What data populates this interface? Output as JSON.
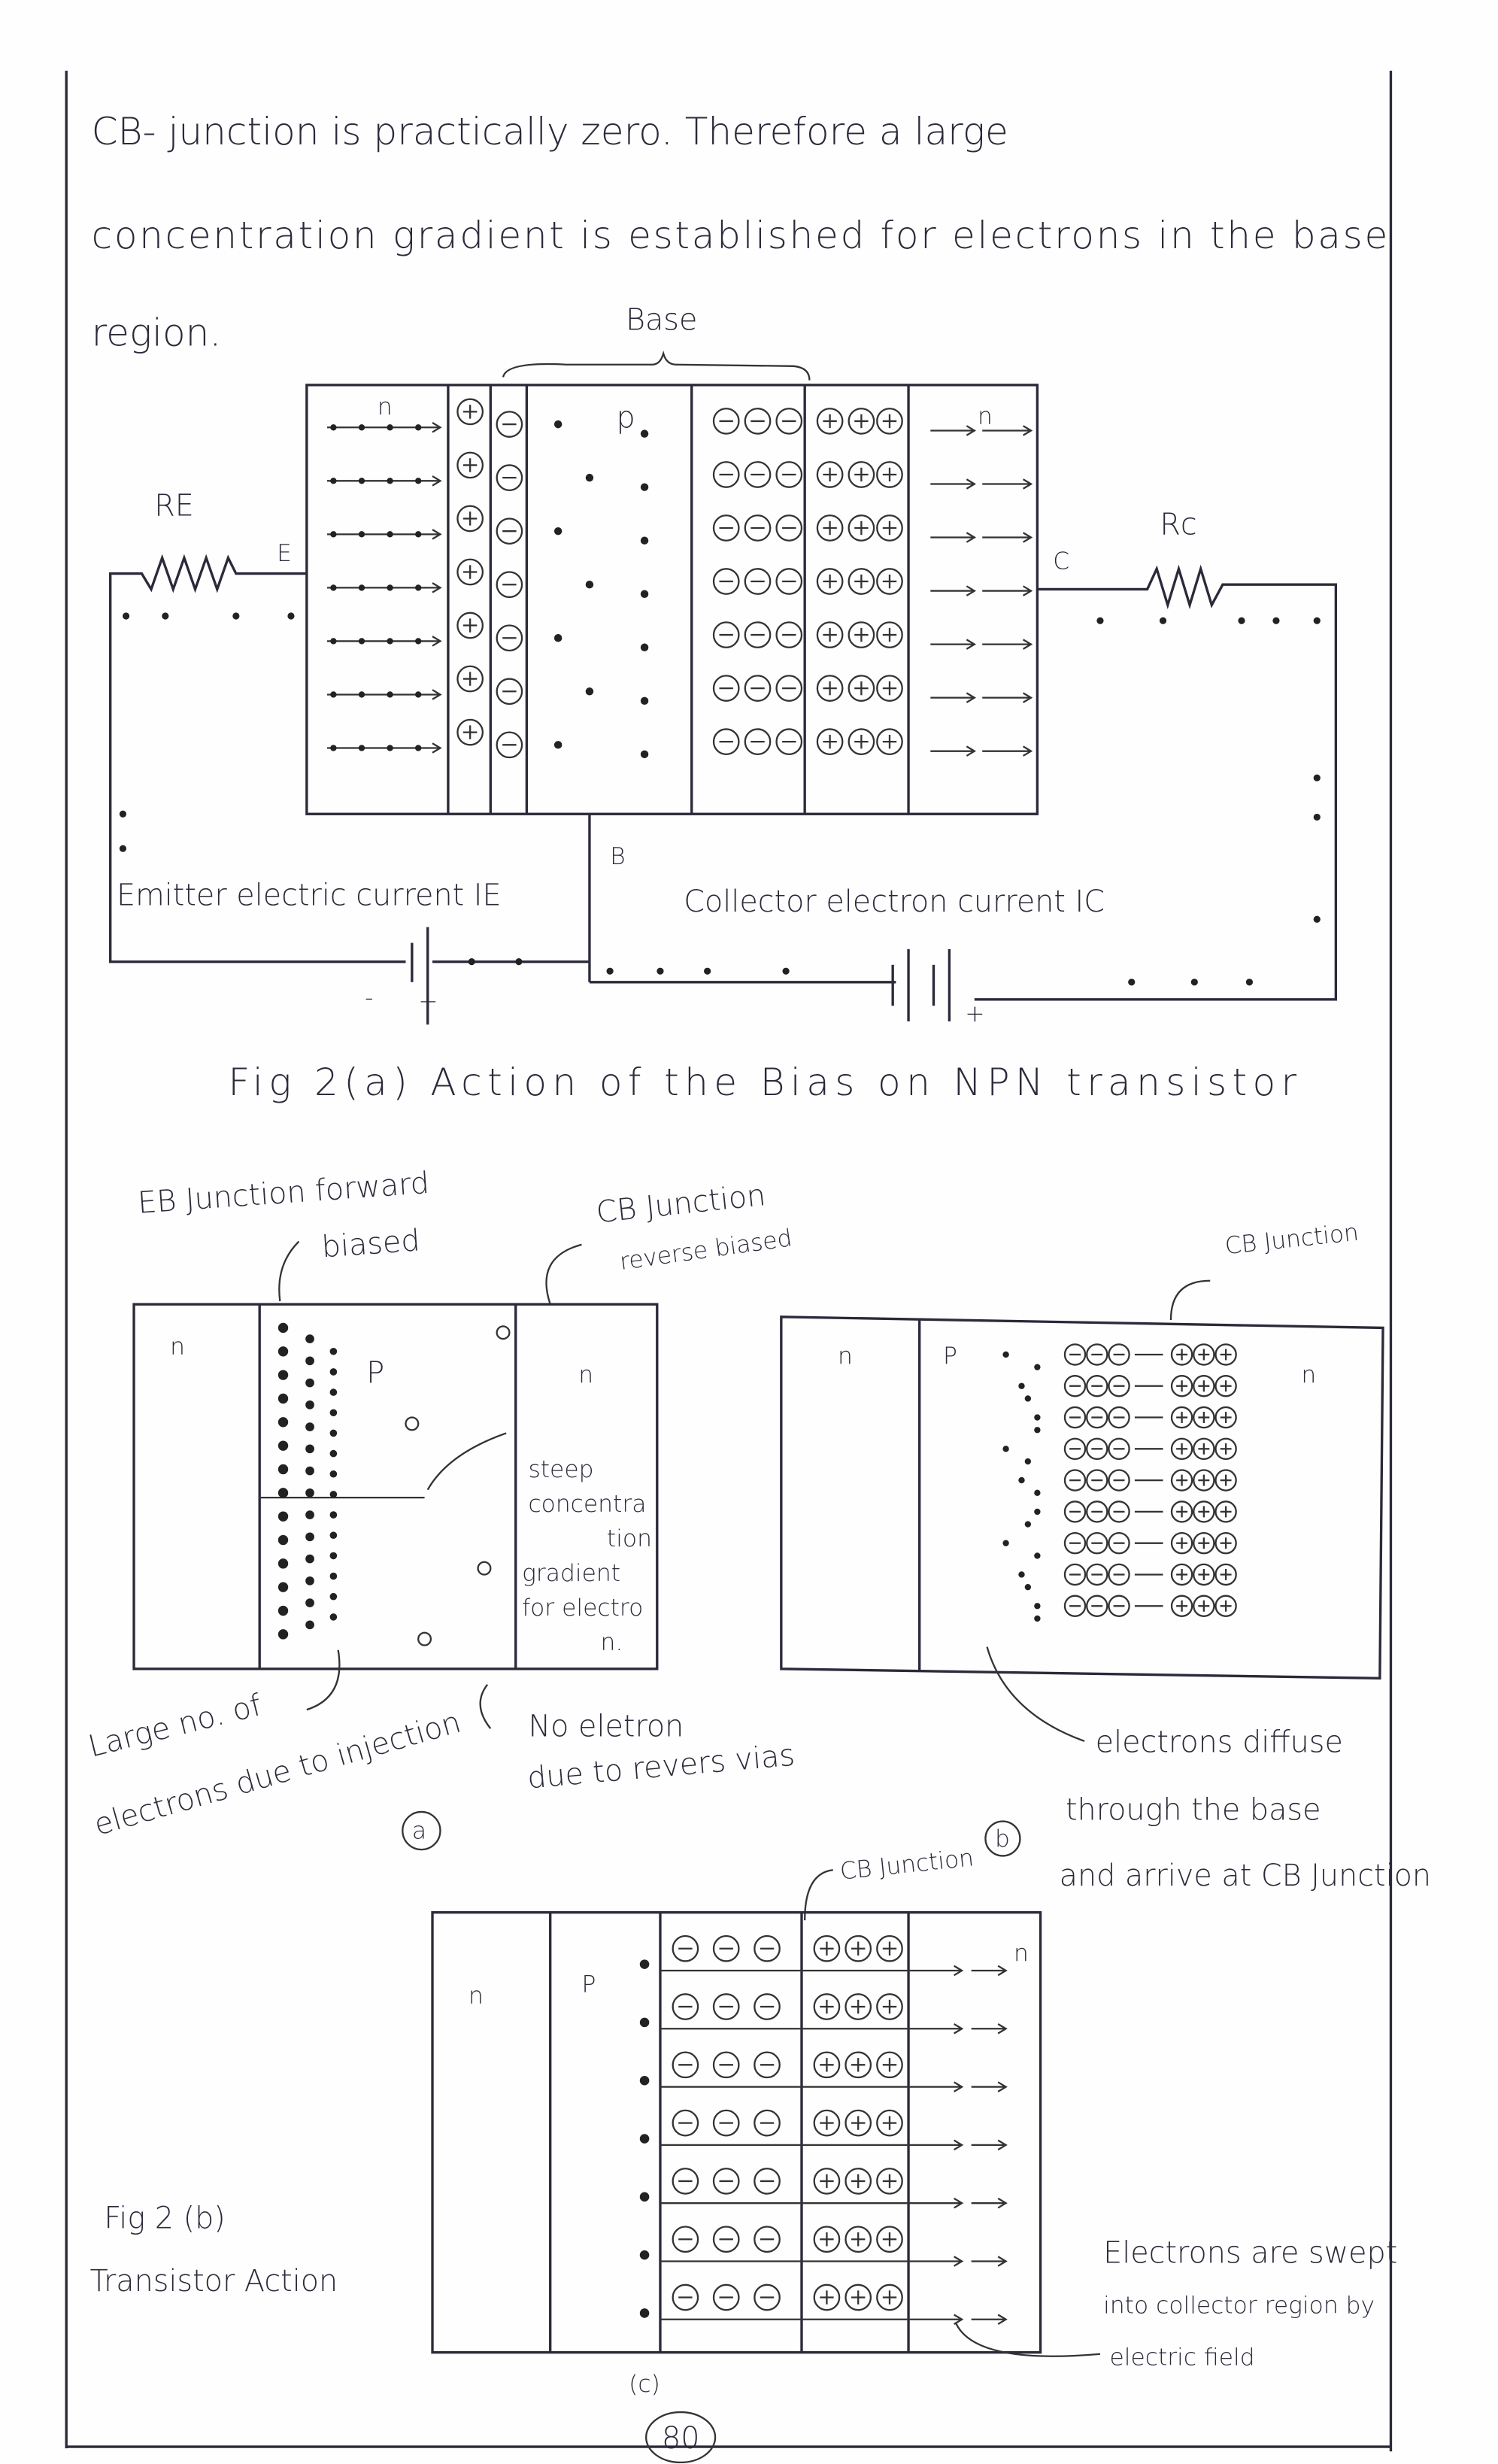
{
  "text": {
    "line1": "CB- junction is practically zero. Therefore a large",
    "line2": "concentration gradient is established for electrons in the base",
    "line3": "region."
  },
  "fig_a": {
    "base_label": "Base",
    "re": "RE",
    "rc": "Rc",
    "e": "E",
    "c": "C",
    "b": "B",
    "n_left": "n",
    "p": "p",
    "n_right": "n",
    "emitter_current": "Emitter electric current IE",
    "collector_current": "Collector electron current IC",
    "minus": "-",
    "plus": "+",
    "caption": "Fig 2(a) Action of the Bias on NPN transistor"
  },
  "diag_a": {
    "eb_label_1": "EB Junction forward",
    "eb_label_2": "biased",
    "cb_label_1": "CB Junction",
    "cb_label_2": "reverse biased",
    "n_left": "n",
    "p": "P",
    "n_right": "n",
    "steep": [
      "steep",
      "concentra",
      "tion",
      "gradient",
      "for electro",
      "n."
    ],
    "large_1": "Large no. of",
    "large_2": "electrons due to injection",
    "noel_1": "No eletron",
    "noel_2": "due to revers vias",
    "tag": "a"
  },
  "diag_b": {
    "cb_label": "CB Junction",
    "n_left": "n",
    "p": "P",
    "n_right": "n",
    "diffuse_1": "electrons diffuse",
    "diffuse_2": "through the base",
    "diffuse_3": "and arrive at CB Junction",
    "tag": "b"
  },
  "diag_c": {
    "cb_label": "CB Junction",
    "n_left": "n",
    "p": "P",
    "n_right": "n",
    "fig_label_1": "Fig 2 (b)",
    "fig_label_2": "Transistor Action",
    "swept_1": "Electrons are swept",
    "swept_2": "into collector region by",
    "swept_3": "electric field",
    "tag": "(c)"
  },
  "page_number": "80"
}
